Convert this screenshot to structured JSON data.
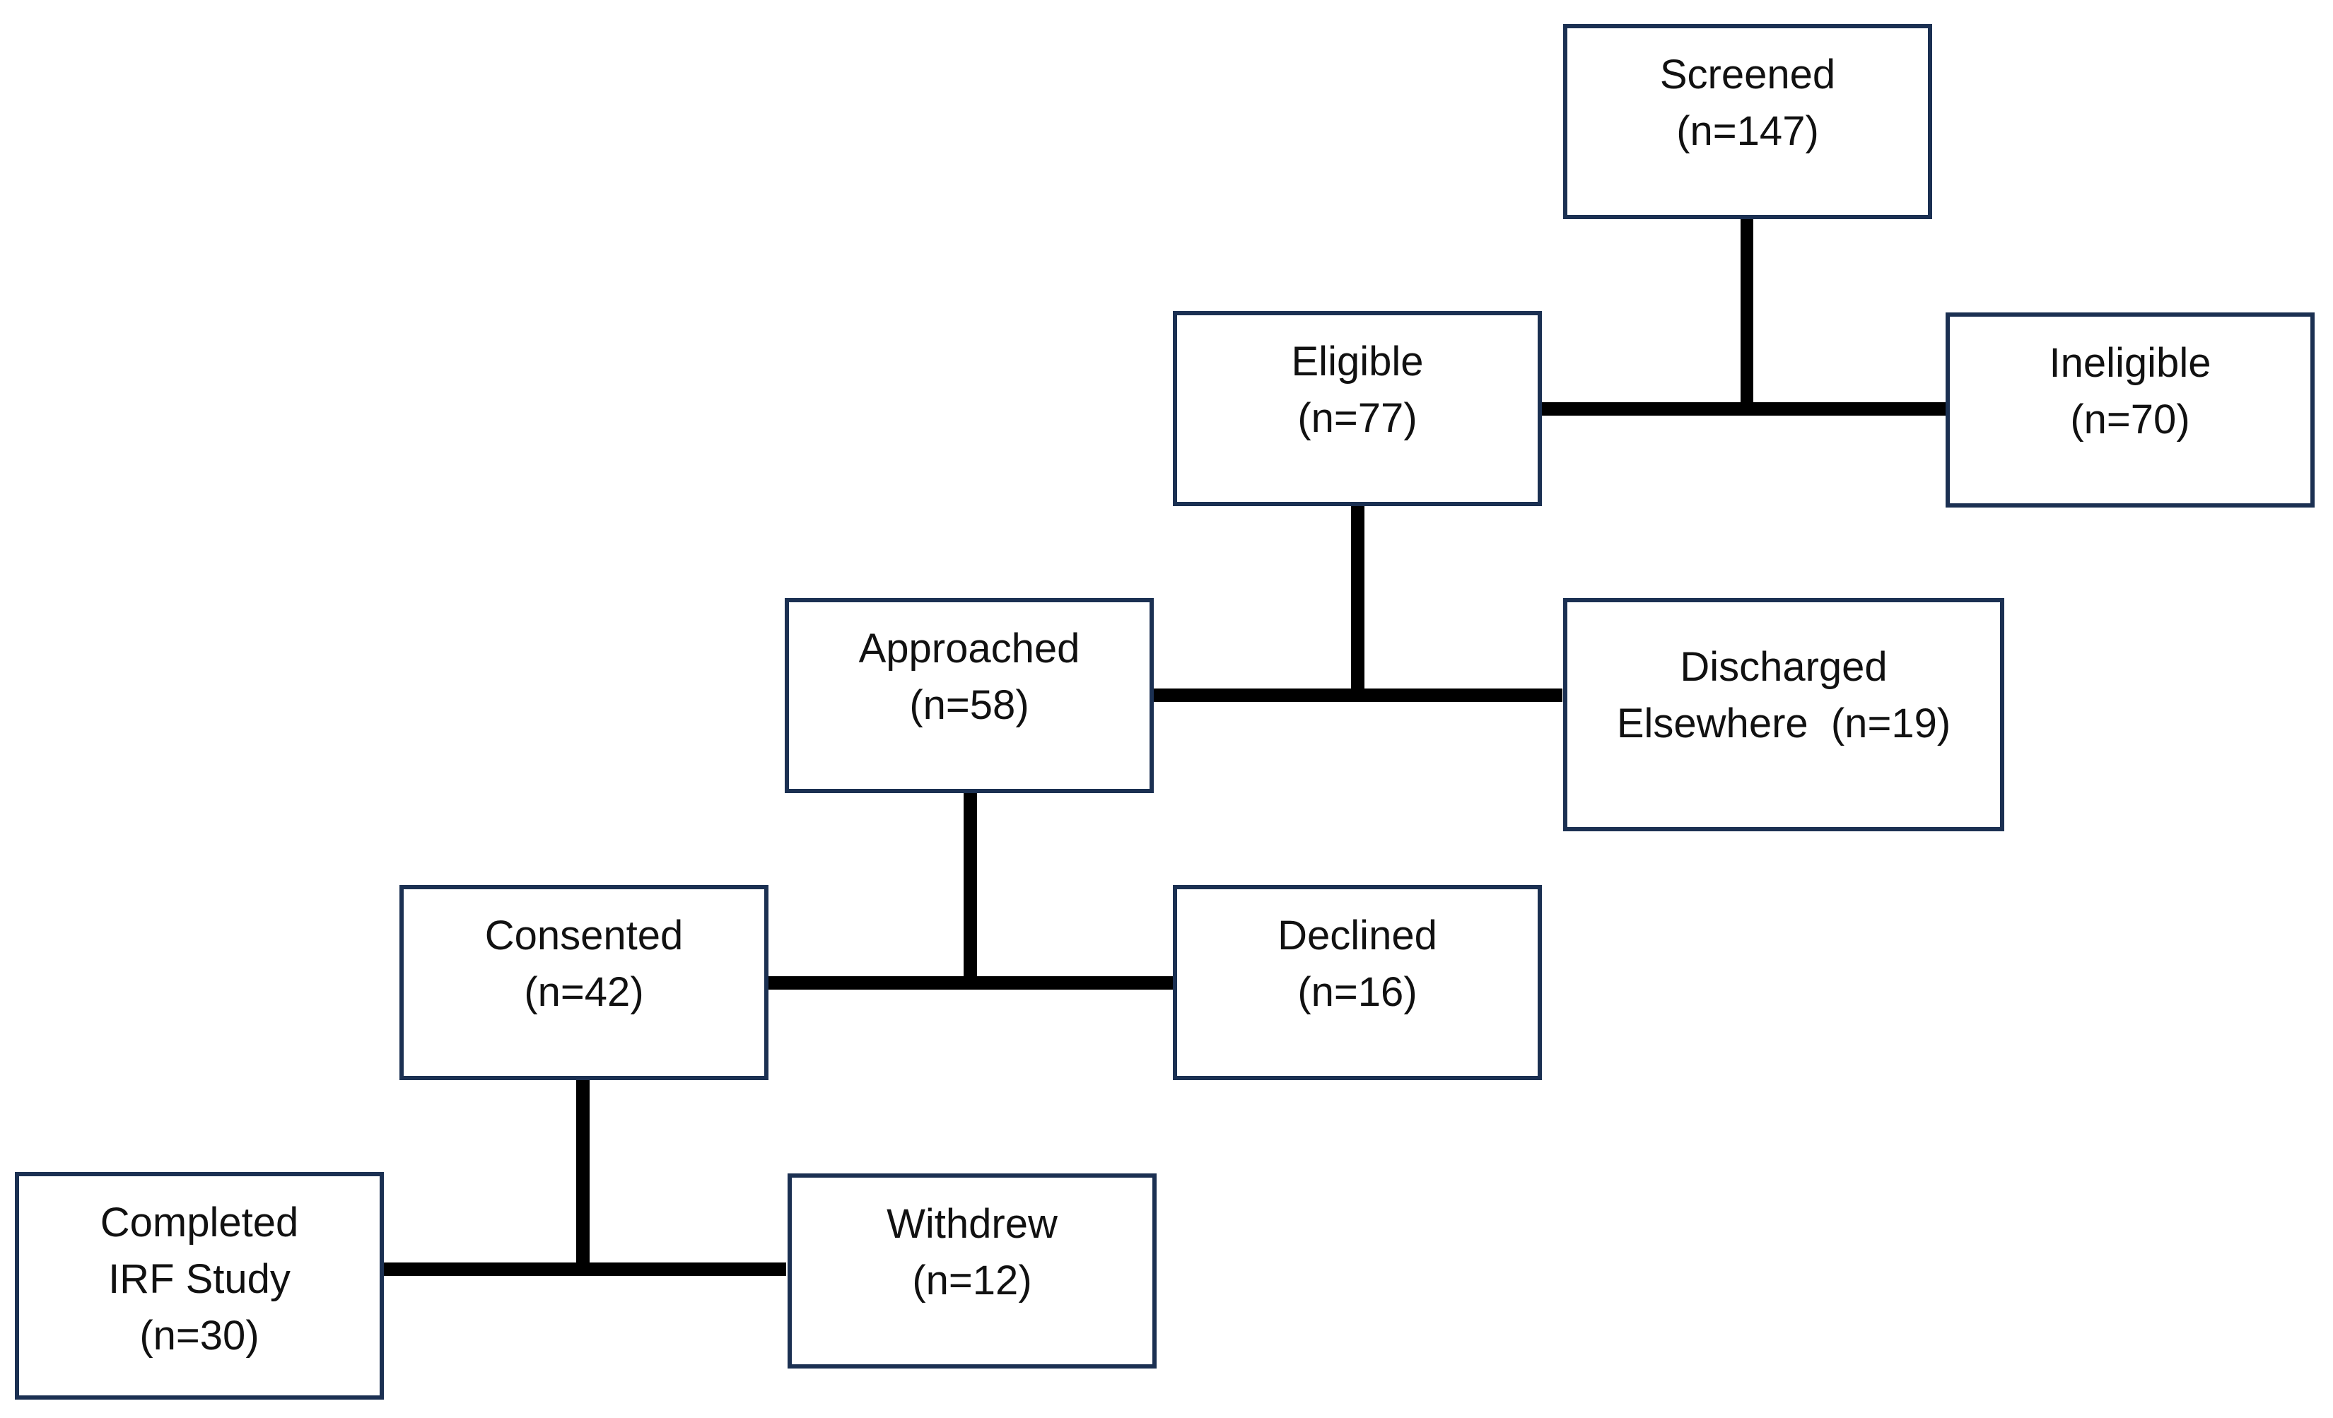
{
  "colors": {
    "box_border": "#1b3052",
    "connector": "#000000",
    "text": "#111111",
    "background": "#ffffff"
  },
  "boxes": {
    "screened": {
      "label": "Screened",
      "count": "(n=147)"
    },
    "eligible": {
      "label": "Eligible",
      "count": "(n=77)"
    },
    "ineligible": {
      "label": "Ineligible",
      "count": "(n=70)"
    },
    "approached": {
      "label": "Approached",
      "count": "(n=58)"
    },
    "discharged": {
      "label_1": "Discharged",
      "label_2": "Elsewhere  (n=19)"
    },
    "consented": {
      "label": "Consented",
      "count": "(n=42)"
    },
    "declined": {
      "label": "Declined",
      "count": "(n=16)"
    },
    "completed": {
      "label_1": "Completed",
      "label_2": "IRF Study",
      "count": "(n=30)"
    },
    "withdrew": {
      "label": "Withdrew",
      "count": "(n=12)"
    }
  }
}
